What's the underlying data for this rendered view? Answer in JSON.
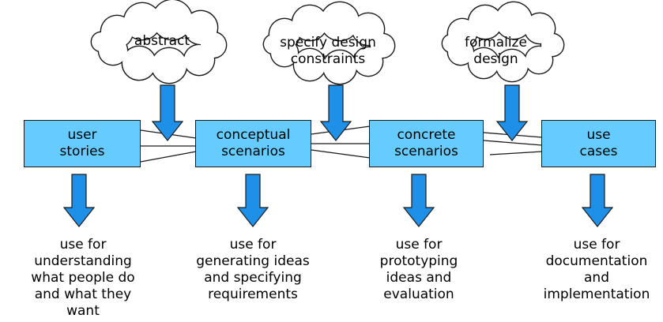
{
  "colors": {
    "box_fill": "#66ccff",
    "arrow_fill": "#1e90e8",
    "cloud_fill": "#ffffff",
    "outline": "#1a1a1a"
  },
  "clouds": [
    {
      "lines": [
        "abstract"
      ]
    },
    {
      "lines": [
        "specify design",
        "constraints"
      ]
    },
    {
      "lines": [
        "formalize",
        "design"
      ]
    }
  ],
  "boxes": [
    {
      "lines": [
        "user",
        "stories"
      ]
    },
    {
      "lines": [
        "conceptual",
        "scenarios"
      ]
    },
    {
      "lines": [
        "concrete",
        "scenarios"
      ]
    },
    {
      "lines": [
        "use",
        "cases"
      ]
    }
  ],
  "notes": [
    {
      "lines": [
        "use for",
        "understanding",
        "what people do",
        "and what they",
        "want"
      ]
    },
    {
      "lines": [
        "use for",
        "generating ideas",
        "and specifying",
        "requirements"
      ]
    },
    {
      "lines": [
        "use for",
        "prototyping",
        "ideas and",
        "evaluation"
      ]
    },
    {
      "lines": [
        "use for",
        "documentation",
        "and",
        "implementation"
      ]
    }
  ]
}
